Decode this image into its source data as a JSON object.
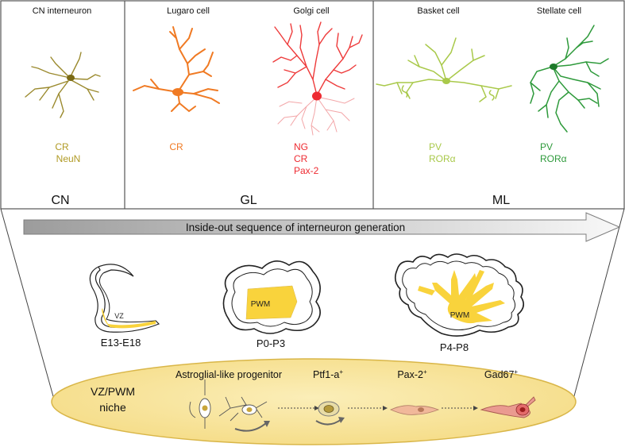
{
  "top_panel": {
    "sections": [
      {
        "id": "cn",
        "region_label": "CN",
        "cells": [
          {
            "title": "CN interneuron",
            "markers": [
              "CR",
              "NeuN"
            ],
            "color": "#9b8a2e"
          }
        ]
      },
      {
        "id": "gl",
        "region_label": "GL",
        "cells": [
          {
            "title": "Lugaro cell",
            "markers": [
              "CR"
            ],
            "color": "#f07a23"
          },
          {
            "title": "Golgi cell",
            "markers": [
              "NG",
              "CR",
              "Pax-2"
            ],
            "color": "#ee2b32"
          }
        ]
      },
      {
        "id": "ml",
        "region_label": "ML",
        "cells": [
          {
            "title": "Basket cell",
            "markers": [
              "PV",
              "RORα"
            ],
            "color": "#a9c94a"
          },
          {
            "title": "Stellate cell",
            "markers": [
              "PV",
              "RORα"
            ],
            "color": "#2e9a3b"
          }
        ]
      }
    ]
  },
  "arrow": {
    "label": "Inside-out sequence of interneuron generation"
  },
  "stages": [
    {
      "label": "E13-E18",
      "region": "VZ"
    },
    {
      "label": "P0-P3",
      "region": "PWM"
    },
    {
      "label": "P4-P8",
      "region": "PWM"
    }
  ],
  "niche": {
    "title_line1": "VZ/PWM",
    "title_line2": "niche",
    "progenitor_label": "Astroglial-like progenitor",
    "lineage": [
      {
        "name": "Ptf1-a",
        "sup": "+"
      },
      {
        "name": "Pax-2",
        "sup": "+"
      },
      {
        "name": "Gad67",
        "sup": "+"
      }
    ]
  },
  "colors": {
    "cn": "#9b8a2e",
    "lugaro": "#f07a23",
    "golgi": "#ee2b32",
    "basket": "#a9c94a",
    "stellate": "#2e9a3b",
    "niche_fill": "#f7e39a",
    "niche_stroke": "#d9b648",
    "white_matter": "#f9d33c",
    "arrow_dark": "#9c9c9c",
    "arrow_light": "#f4f4f4"
  }
}
